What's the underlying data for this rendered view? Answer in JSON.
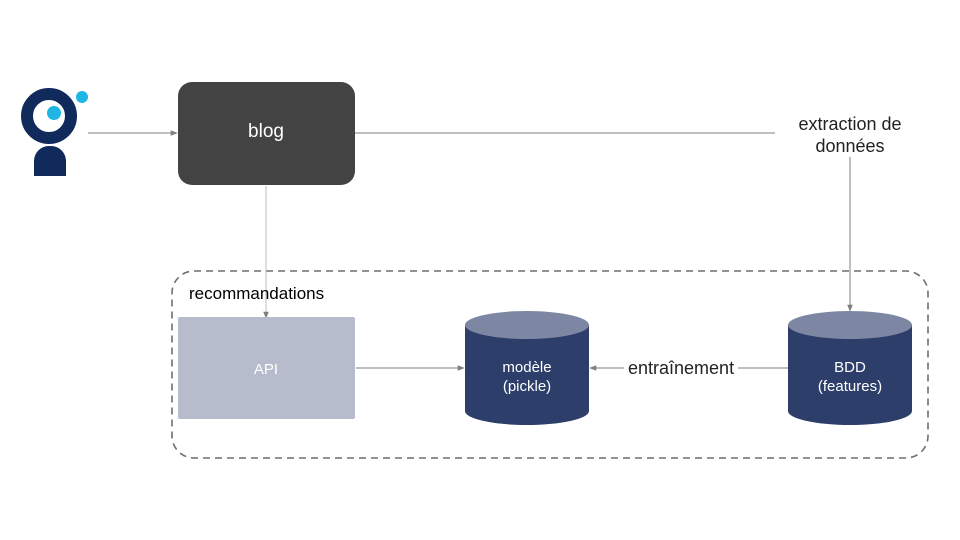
{
  "colors": {
    "blog_fill": "#434343",
    "api_fill": "#b7bccc",
    "cyl_body": "#2d3e6a",
    "cyl_top": "#7d87a3",
    "logo_navy": "#102a5c",
    "logo_cyan": "#1fb6e6",
    "arrow": "#7f7f7f",
    "dashed_border": "#6f6f6f"
  },
  "nodes": {
    "blog": "blog",
    "api": "API",
    "model_line1": "modèle",
    "model_line2": "(pickle)",
    "bdd_line1": "BDD",
    "bdd_line2": "(features)"
  },
  "labels": {
    "group": "recommandations",
    "extraction_line1": "extraction de",
    "extraction_line2": "données",
    "training": "entraînement"
  },
  "icons": {
    "logo": "user-logo-icon"
  }
}
